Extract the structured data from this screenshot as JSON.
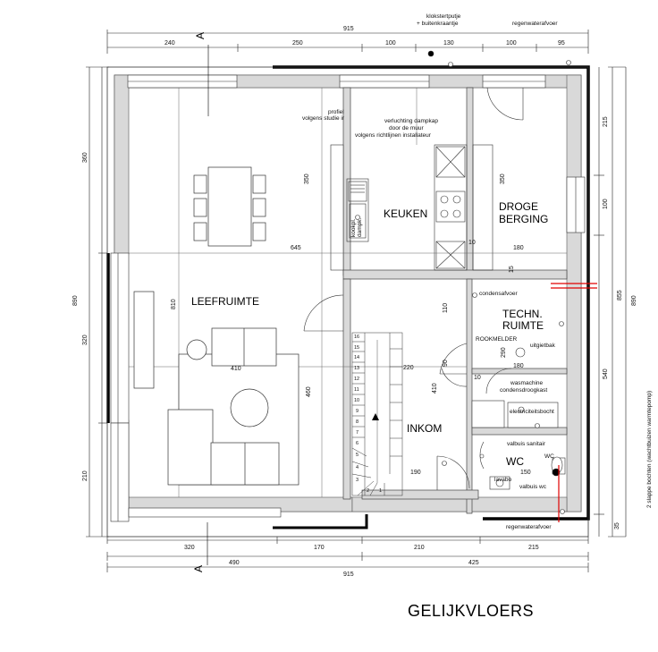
{
  "title": "GELIJKVLOERS",
  "rooms": {
    "leefruimte": "LEEFRUIMTE",
    "keuken": "KEUKEN",
    "droge_berging_1": "DROGE",
    "droge_berging_2": "BERGING",
    "techn_1": "TECHN.",
    "techn_2": "RUIMTE",
    "inkom": "INKOM",
    "wc": "WC"
  },
  "section_marker": "A",
  "dims": {
    "top_total": "915",
    "top_240": "240",
    "top_250": "250",
    "top_100a": "100",
    "top_130": "130",
    "top_100b": "100",
    "top_95": "95",
    "bottom_320": "320",
    "bottom_170": "170",
    "bottom_210": "210",
    "bottom_215": "215",
    "bottom_490": "490",
    "bottom_425": "425",
    "bottom_total": "915",
    "left_360": "360",
    "left_890": "890",
    "left_320": "320",
    "left_210": "210",
    "right_215": "215",
    "right_100": "100",
    "right_855": "855",
    "right_890": "890",
    "right_540": "540",
    "right_35": "35",
    "in_645": "645",
    "in_810": "810",
    "in_410": "410",
    "in_220": "220",
    "in_460": "460",
    "in_350a": "350",
    "in_350b": "350",
    "in_10a": "10",
    "in_180a": "180",
    "in_15": "15",
    "in_110": "110",
    "in_90": "90",
    "in_410b": "410",
    "in_290": "290",
    "in_180b": "180",
    "in_10b": "10",
    "in_150": "150",
    "in_190": "190"
  },
  "notes": {
    "kloksterfputje_1": "klokstertputje",
    "kloksterfputje_2": "+ buitenkraantje",
    "regenwaterafvoer_top": "regenwaterafvoer",
    "profiel_1": "profiel",
    "profiel_2": "volgens studie ir",
    "verluchting_1": "verluchting dampkap",
    "verluchting_2": "door de muur",
    "verluchting_3": "volgens richtlijnen installateur",
    "condensafvoer": "condensafvoer",
    "rookmelder": "ROOKMELDER",
    "uitgietbak": "uitgietbak",
    "wasmachine": "wasmachine",
    "condensdroogkast": "condensdroogkast",
    "elektriciteitsbocht": "electriciteitsbocht",
    "valbuis_sanitair": "valbuis sanitair",
    "wc_label": "WC",
    "lavabo": "lavabo",
    "valbuis_wc": "valbuis wc",
    "regenwaterafvoer_bottom": "regenwaterafvoer",
    "side_note": "2 slappe bochten (wachtbuizen warmtepomp)",
    "kookplaat": "kookpl.",
    "dampkap": "dampk."
  },
  "stair_steps": [
    "16",
    "15",
    "14",
    "13",
    "12",
    "11",
    "10",
    "9",
    "8",
    "7",
    "6",
    "5",
    "4",
    "3",
    "2",
    "1"
  ]
}
